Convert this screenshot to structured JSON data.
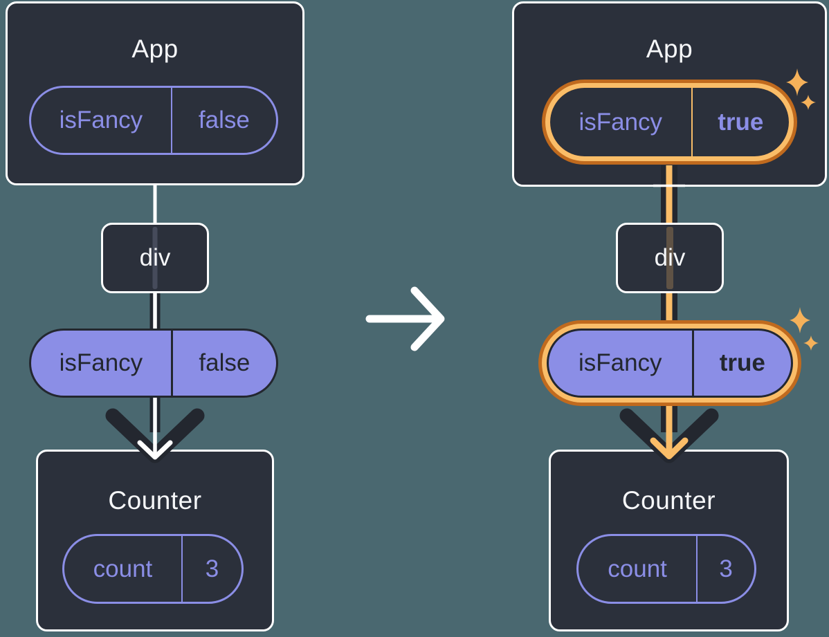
{
  "colors": {
    "background": "#4A6870",
    "card": "#2B303B",
    "card_border": "#FFFFFF",
    "text": "#F6F7F9",
    "purple": "#8B8EE6",
    "dark": "#23272F",
    "orange_light": "#FABD68",
    "orange_dark": "#C06A1E",
    "white": "#FFFFFF"
  },
  "icons": {
    "transition_arrow": "right-arrow",
    "sparkle": "four-point-star",
    "prop_flow_arrow": "down-arrow"
  },
  "left": {
    "app": {
      "title": "App",
      "prop_name": "isFancy",
      "prop_value": "false"
    },
    "div_label": "div",
    "passed_prop": {
      "name": "isFancy",
      "value": "false"
    },
    "counter": {
      "title": "Counter",
      "state_name": "count",
      "state_value": "3"
    }
  },
  "right": {
    "app": {
      "title": "App",
      "prop_name": "isFancy",
      "prop_value": "true"
    },
    "div_label": "div",
    "passed_prop": {
      "name": "isFancy",
      "value": "true"
    },
    "counter": {
      "title": "Counter",
      "state_name": "count",
      "state_value": "3"
    }
  }
}
